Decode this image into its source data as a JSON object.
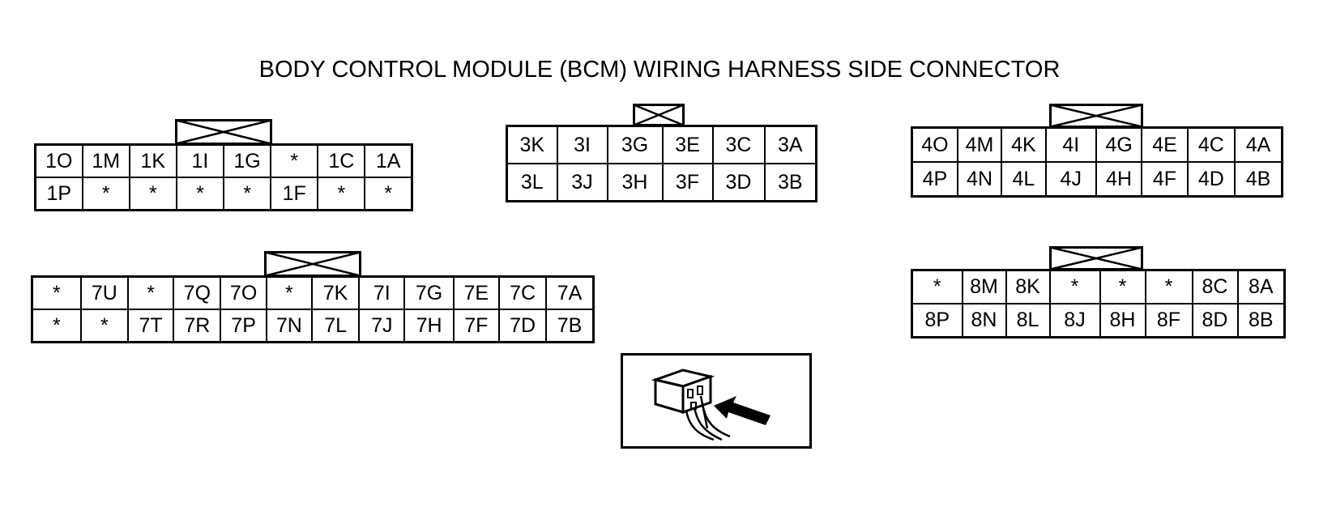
{
  "title": "BODY CONTROL MODULE (BCM) WIRING HARNESS SIDE CONNECTOR",
  "connectors": [
    {
      "id": "connector-1",
      "rows": [
        [
          "1O",
          "1M",
          "1K",
          "1I",
          "1G",
          "*",
          "1C",
          "1A"
        ],
        [
          "1P",
          "*",
          "*",
          "*",
          "*",
          "1F",
          "*",
          "*"
        ]
      ]
    },
    {
      "id": "connector-3",
      "rows": [
        [
          "3K",
          "3I",
          "3G",
          "3E",
          "3C",
          "3A"
        ],
        [
          "3L",
          "3J",
          "3H",
          "3F",
          "3D",
          "3B"
        ]
      ]
    },
    {
      "id": "connector-4",
      "rows": [
        [
          "4O",
          "4M",
          "4K",
          "4I",
          "4G",
          "4E",
          "4C",
          "4A"
        ],
        [
          "4P",
          "4N",
          "4L",
          "4J",
          "4H",
          "4F",
          "4D",
          "4B"
        ]
      ]
    },
    {
      "id": "connector-7",
      "rows": [
        [
          "*",
          "7U",
          "*",
          "7Q",
          "7O",
          "*",
          "7K",
          "7I",
          "7G",
          "7E",
          "7C",
          "7A"
        ],
        [
          "*",
          "*",
          "7T",
          "7R",
          "7P",
          "7N",
          "7L",
          "7J",
          "7H",
          "7F",
          "7D",
          "7B"
        ]
      ]
    },
    {
      "id": "connector-8",
      "rows": [
        [
          "*",
          "8M",
          "8K",
          "*",
          "*",
          "*",
          "8C",
          "8A"
        ],
        [
          "8P",
          "8N",
          "8L",
          "8J",
          "8H",
          "8F",
          "8D",
          "8B"
        ]
      ]
    }
  ],
  "inset": {
    "icon": "harness-connector-insertion-icon"
  }
}
